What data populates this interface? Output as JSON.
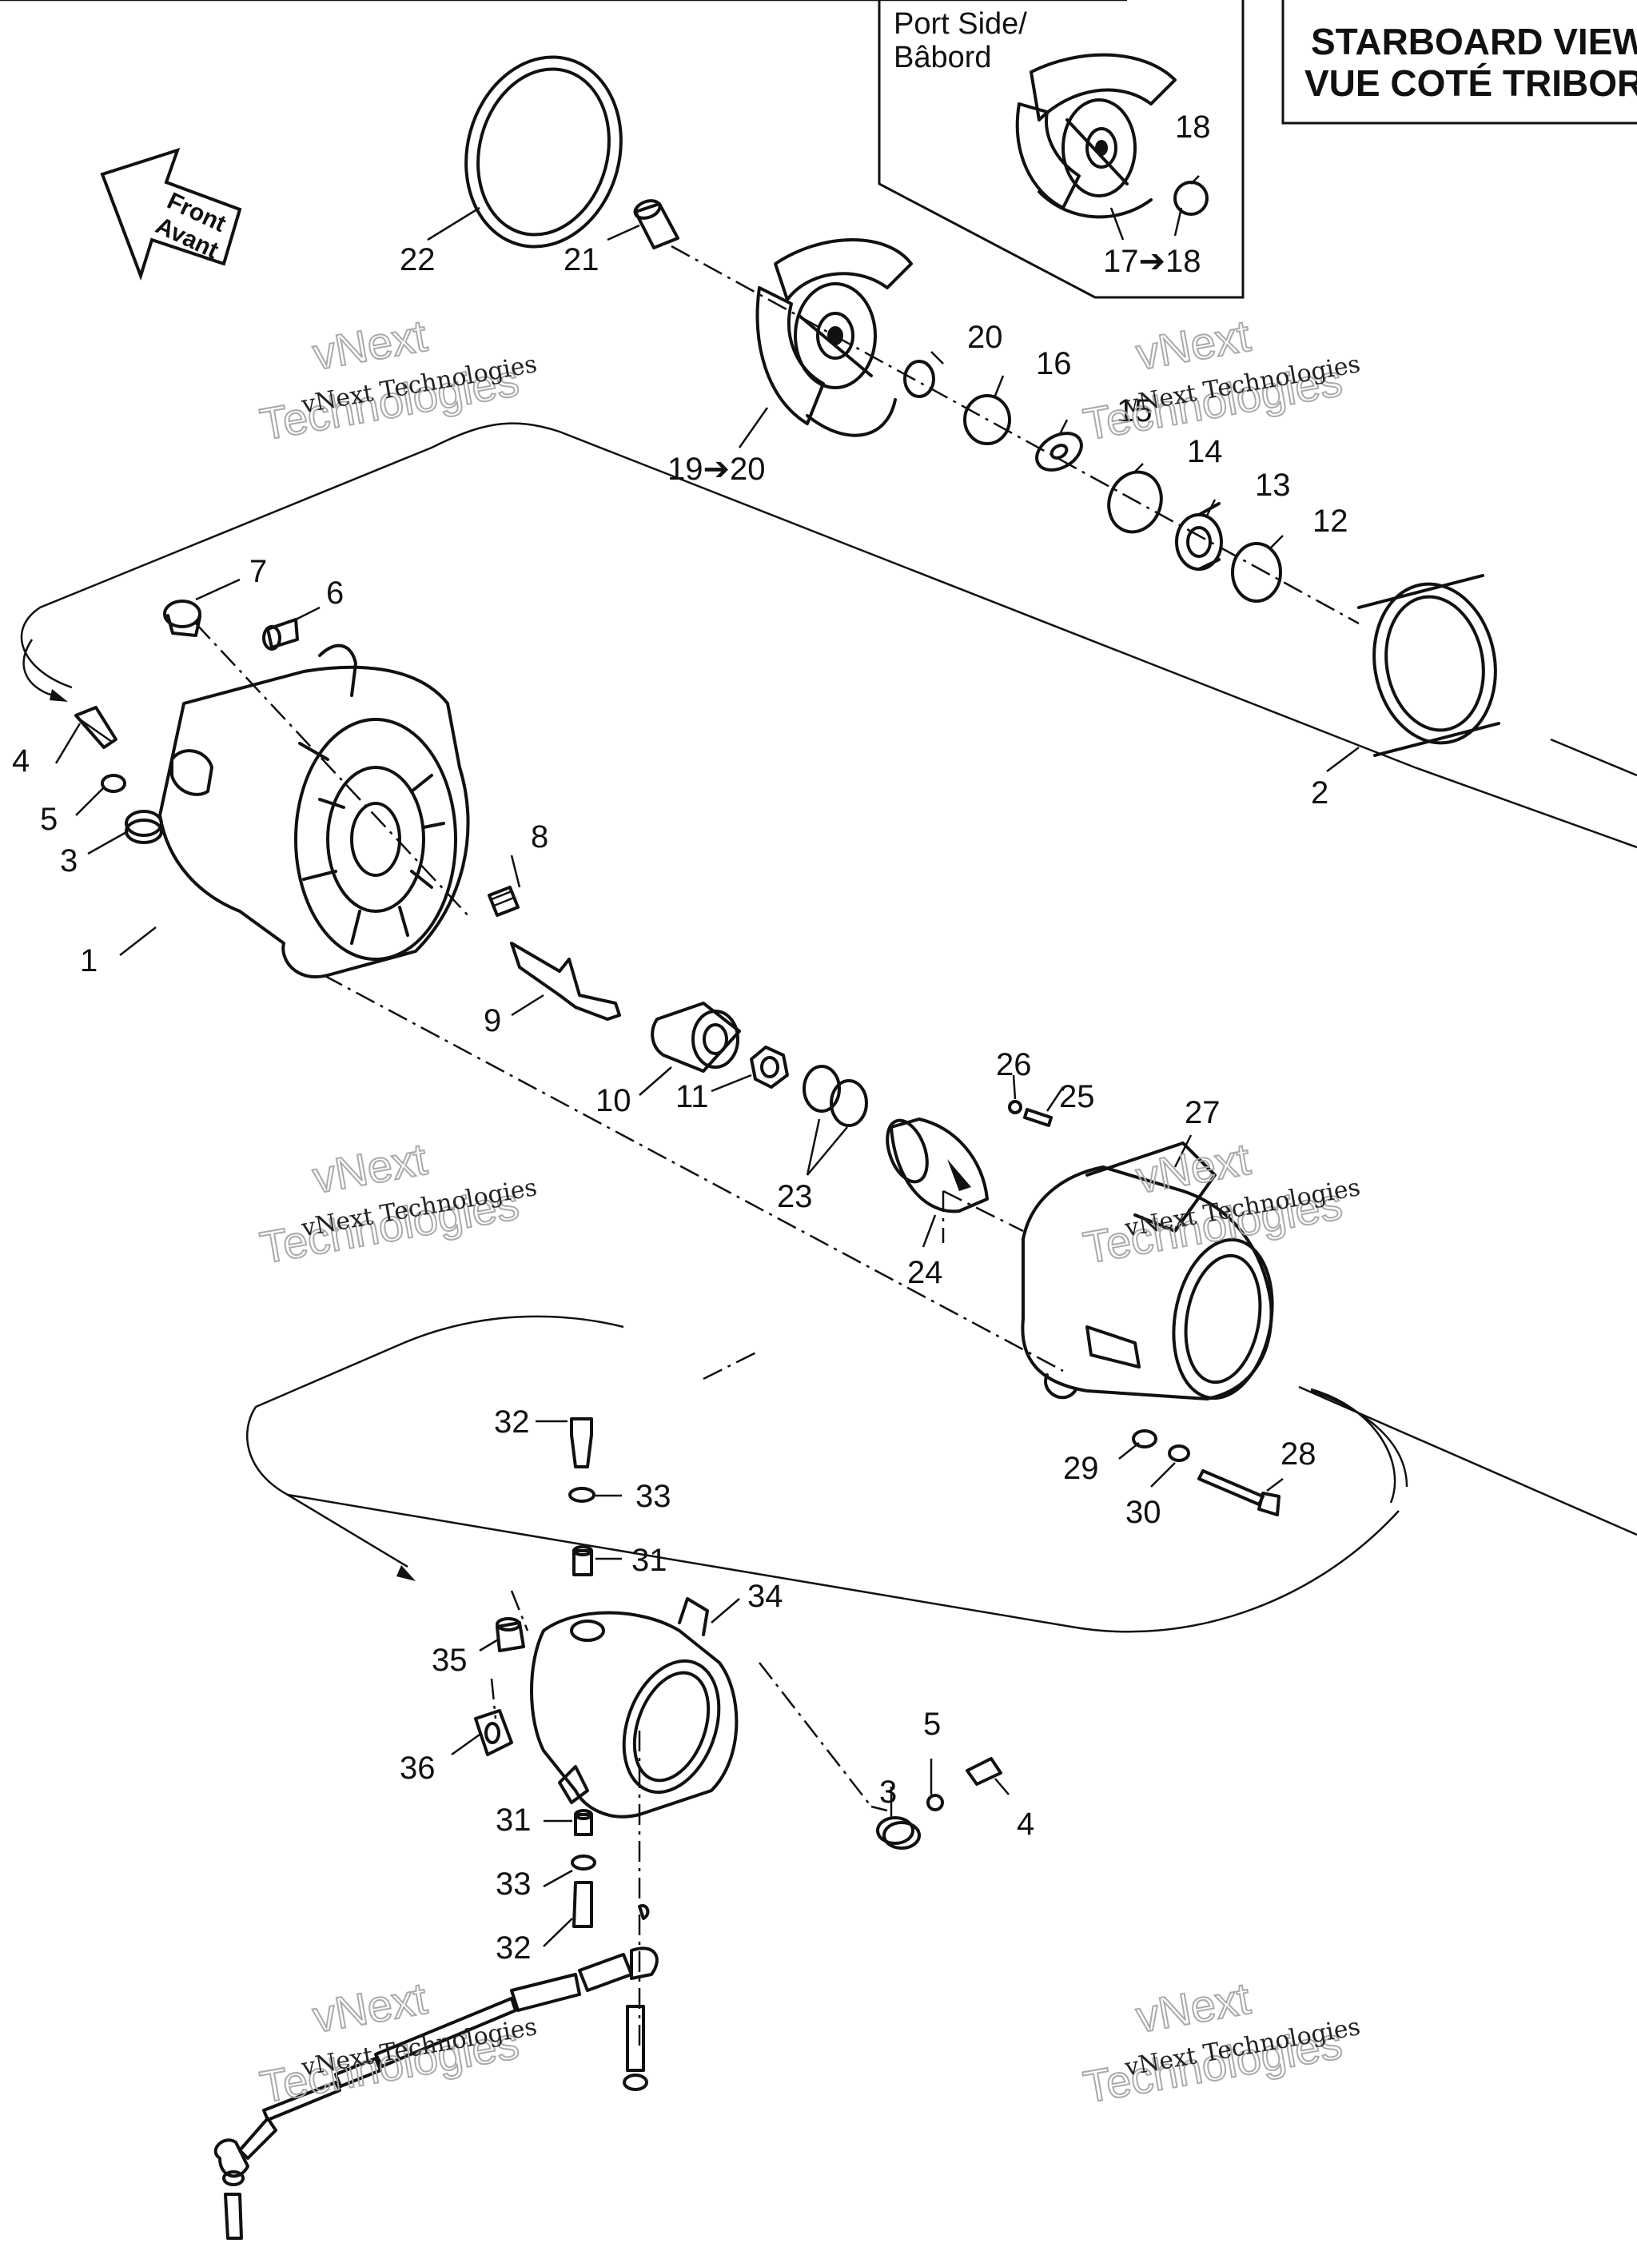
{
  "title": {
    "line1": "STARBOARD VIEW",
    "line2": "VUE COTÉ TRIBORD"
  },
  "inset": {
    "label_line1": "Port Side/",
    "label_line2": "Bâbord"
  },
  "direction_arrow": {
    "line1": "Front",
    "line2": "Avant"
  },
  "watermark": {
    "text_small": "vNext Technologies",
    "text_large_1": "vNext",
    "text_large_2": "Technologies"
  },
  "callouts": {
    "c1": "1",
    "c2": "2",
    "c3a": "3",
    "c3b": "3",
    "c4a": "4",
    "c4b": "4",
    "c5a": "5",
    "c5b": "5",
    "c6": "6",
    "c7": "7",
    "c8": "8",
    "c9": "9",
    "c10": "10",
    "c11": "11",
    "c12": "12",
    "c13": "13",
    "c14": "14",
    "c15": "15",
    "c16": "16",
    "c17": "17➔18",
    "c18": "18",
    "c19": "19➔20",
    "c20": "20",
    "c21": "21",
    "c22": "22",
    "c23": "23",
    "c24": "24",
    "c25": "25",
    "c26": "26",
    "c27": "27",
    "c28": "28",
    "c29": "29",
    "c30": "30",
    "c31a": "31",
    "c31b": "31",
    "c32a": "32",
    "c32b": "32",
    "c33a": "33",
    "c33b": "33",
    "c34": "34",
    "c35": "35",
    "c36": "36"
  }
}
